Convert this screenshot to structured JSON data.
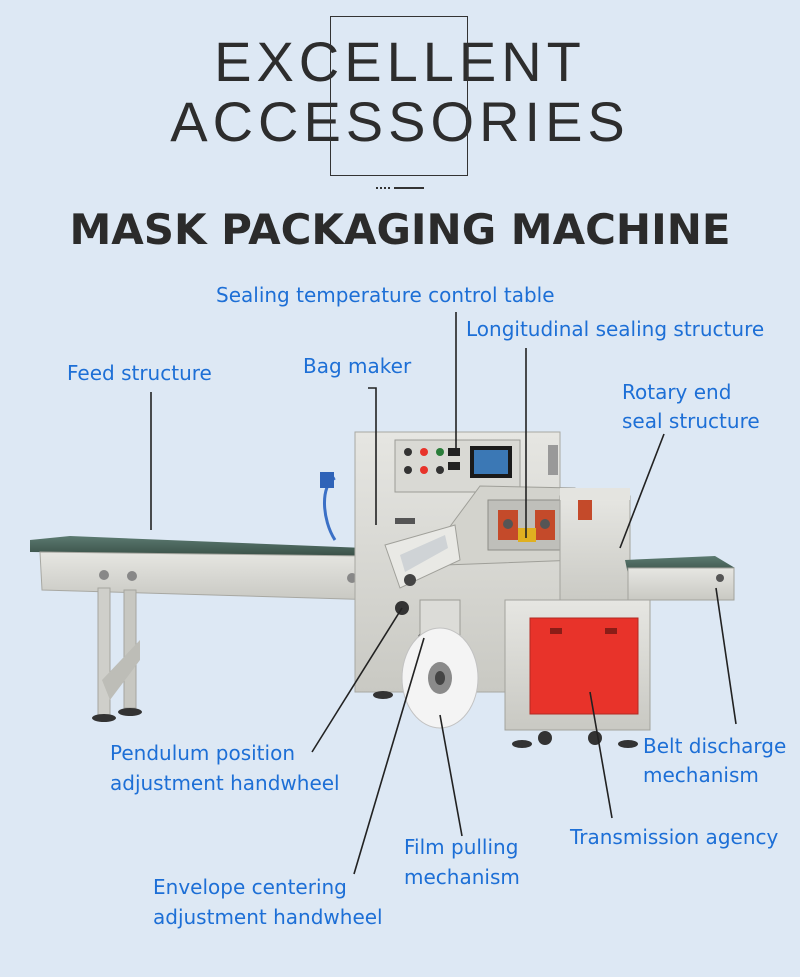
{
  "header": {
    "line1": "EXCELLENT",
    "line2": "ACCESSORIES",
    "subtitle": "MASK PACKAGING MACHINE"
  },
  "labels": {
    "sealing_temp": "Sealing temperature control table",
    "longitudinal": "Longitudinal sealing structure",
    "feed": "Feed structure",
    "bag_maker": "Bag maker",
    "rotary_1": "Rotary end",
    "rotary_2": "seal structure",
    "pendulum_1": "Pendulum position",
    "pendulum_2": "adjustment handwheel",
    "belt_1": "Belt discharge",
    "belt_2": "mechanism",
    "transmission": "Transmission agency",
    "film_1": "Film pulling",
    "film_2": "mechanism",
    "envelope_1": "Envelope centering",
    "envelope_2": "adjustment handwheel"
  },
  "colors": {
    "background": "#dde8f4",
    "label_blue": "#1d6fd6",
    "title_dark": "#2b2b2b",
    "machine_red": "#e8332a"
  }
}
